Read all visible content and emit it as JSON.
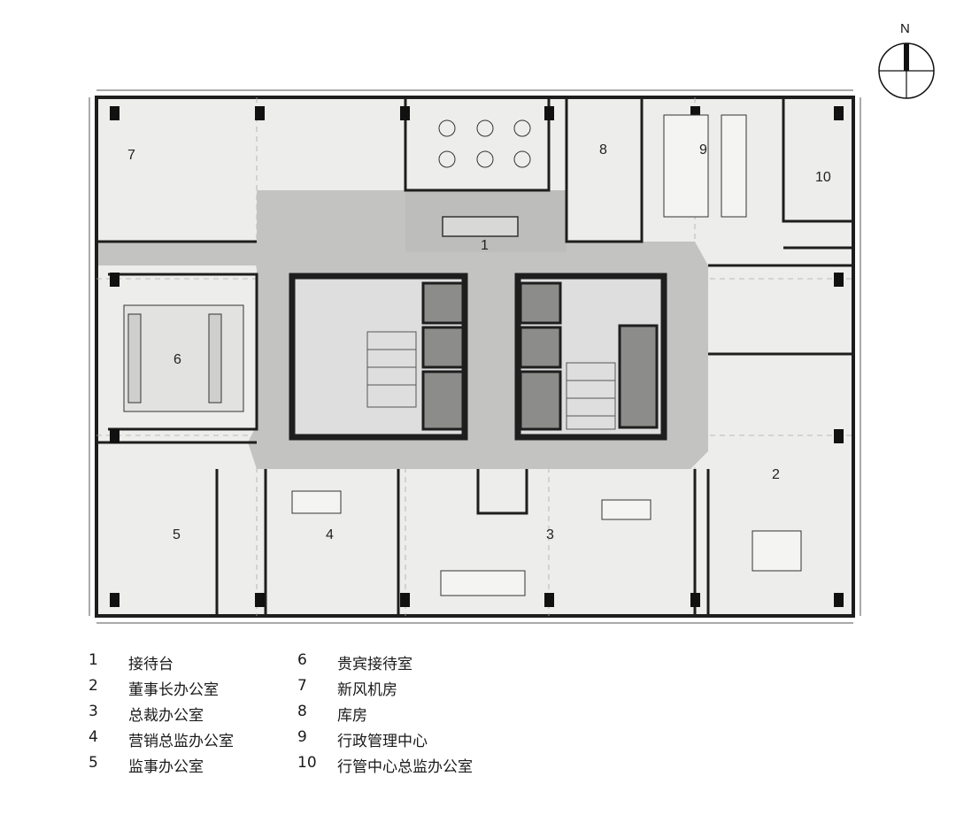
{
  "compass": {
    "label": "N"
  },
  "rooms": [
    {
      "num": "1"
    },
    {
      "num": "2"
    },
    {
      "num": "3"
    },
    {
      "num": "4"
    },
    {
      "num": "5"
    },
    {
      "num": "6"
    },
    {
      "num": "7"
    },
    {
      "num": "8"
    },
    {
      "num": "9"
    },
    {
      "num": "10"
    }
  ],
  "legend": [
    {
      "num": "1",
      "label": "接待台"
    },
    {
      "num": "2",
      "label": "董事长办公室"
    },
    {
      "num": "3",
      "label": "总裁办公室"
    },
    {
      "num": "4",
      "label": "营销总监办公室"
    },
    {
      "num": "5",
      "label": "监事办公室"
    },
    {
      "num": "6",
      "label": "贵宾接待室"
    },
    {
      "num": "7",
      "label": "新风机房"
    },
    {
      "num": "8",
      "label": "库房"
    },
    {
      "num": "9",
      "label": "行政管理中心"
    },
    {
      "num": "10",
      "label": "行管中心总监办公室"
    }
  ],
  "colors": {
    "floor": "#e9e9e7",
    "corridor": "#bdbdbb",
    "core": "#a9a9a7",
    "wall": "#1e1e1e",
    "column": "#111111"
  }
}
